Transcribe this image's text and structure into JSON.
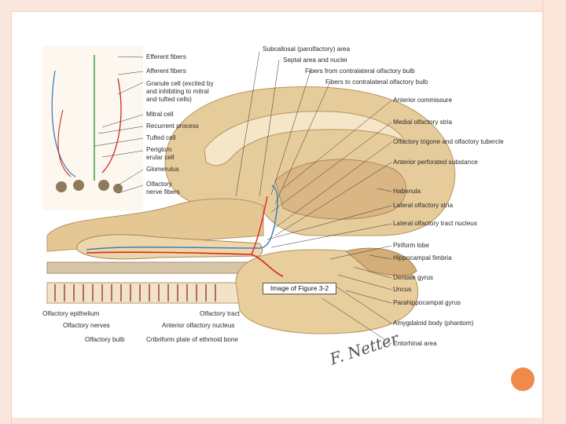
{
  "caption": "Image of Figure 3-2",
  "signature": "F. Netter",
  "labels_left": {
    "efferent": "Efferent fibers",
    "afferent": "Afferent fibers",
    "granule1": "Granule cell (excited by",
    "granule2": "and inhibiting to mitral",
    "granule3": "and tufted cells)",
    "mitral": "Mitral cell",
    "recurrent": "Recurrent process",
    "tufted": "Tufted cell",
    "peri1": "Periglom",
    "peri2": "erular cell",
    "glom": "Glomerulus",
    "olf1": "Olfactory",
    "olf2": "nerve fibers"
  },
  "labels_top": {
    "subcallosal": "Subcallosal (parolfactory) area",
    "septal": "Septal area and nuclei",
    "fibers_from": "Fibers from contralateral olfactory bulb",
    "fibers_to": "Fibers to contralateral olfactory bulb"
  },
  "labels_right": {
    "anterior_commissure": "Anterior commissure",
    "medial_stria": "Medial olfactory stria",
    "trigone": "Olfactory trigone and olfactory tubercle",
    "perforated": "Anterior perforated substance",
    "habenula": "Habenula",
    "lateral_stria": "Lateral olfactory stria",
    "lateral_nucleus": "Lateral olfactory tract nucleus",
    "piriform": "Piriform lobe",
    "fimbria": "Hippocampal fimbria",
    "dentate": "Dentate gyrus",
    "uncus": "Uncus",
    "parahippocampal": "Parahippocampal gyrus",
    "amygdala": "Amygdaloid body (phantom)",
    "entorhinal": "Entorhinal area"
  },
  "labels_bottom": {
    "epithelium": "Olfactory epithelium",
    "nerves": "Olfactory nerves",
    "bulb": "Olfactory bulb",
    "cribriform": "Cribriform plate of ethmoid bone",
    "tract": "Olfactory tract",
    "anterior_nucleus": "Anterior olfactory nucleus"
  },
  "colors": {
    "tissue": "#e7cc9b",
    "tissue_dark": "#c9a570",
    "red_fiber": "#d8281f",
    "blue_fiber": "#3f7fc0",
    "green_fiber": "#2f9a3c",
    "accent": "#f08a4b"
  }
}
